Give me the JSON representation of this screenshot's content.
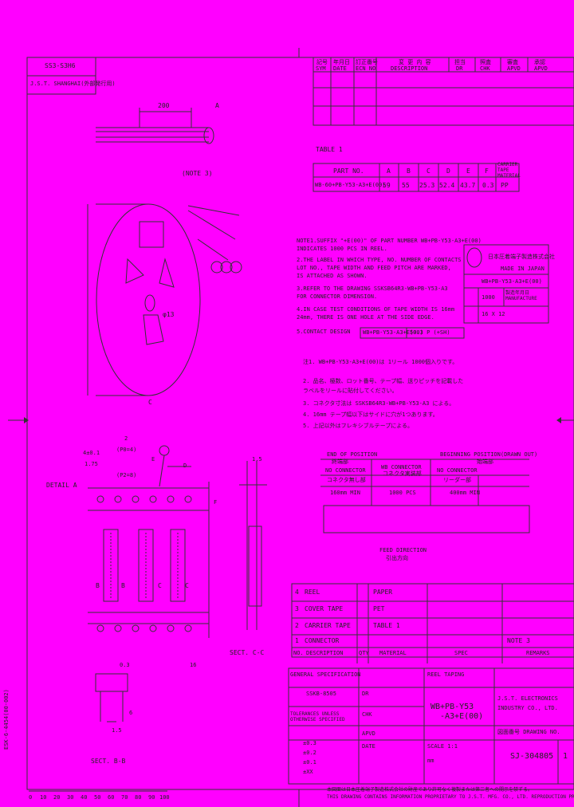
{
  "corner": {
    "stamp": "SS3-S3H6",
    "jp_line": "J.S.T. SHANGHAI(外部発行用)"
  },
  "revision": {
    "headers": [
      "記号",
      "年月日",
      "訂正番号",
      "変 更 内 容",
      "担当",
      "照査",
      "審査",
      "承認"
    ],
    "headers_en": [
      "SYM",
      "DATE",
      "ECN NO",
      "DESCRIPTION",
      "DR",
      "CHK",
      "APVD",
      "APVD"
    ]
  },
  "top_view": {
    "dim_200": "200",
    "label_a": "A"
  },
  "reel": {
    "note_label": "(NOTE 3)",
    "dia_13": "φ13",
    "dim_c": "C"
  },
  "table1": {
    "caption": "TABLE 1",
    "headers": [
      "PART NO.",
      "A",
      "B",
      "C",
      "D",
      "E",
      "F",
      "CARRIER TAPE MATERIAL"
    ],
    "row": [
      "WB-60+PB-Y53-A3+E(00)",
      "59",
      "55",
      "25.3",
      "52.4",
      "43.7",
      "0.3",
      "PP"
    ]
  },
  "notes_en": [
    "NOTE1.SUFFIX \"+E(00)\" OF PART NUMBER WB+PB-Y53-A3+E(00)",
    "      INDICATES 1000 PCS IN REEL.",
    "   2.THE LABEL IN WHICH TYPE, NO. NUMBER OF CONTACTS",
    "      LOT NO., TAPE WIDTH AND FEED PITCH ARE MARKED,",
    "      IS ATTACHED AS SHOWN.",
    "   3.REFER TO THE DRAWING SSKSB64R3-WB+PB-Y53-A3",
    "      FOR CONNECTOR DIMENSION.",
    "   4.IN CASE TEST CONDITIONS OF TAPE WIDTH IS 16mm",
    "      24mm, THERE IS ONE HOLE AT THE SIDE EDGE.",
    "   5.CONTACT DESIGN"
  ],
  "contact_design": [
    "WB+PB-Y53-A3+E(00)",
    "50.3 P (+SH)"
  ],
  "notes_jp": [
    "注1. WB+PB-Y53-A3+E(00)は 1リール 1000個入りです。",
    "  2. 品名、極数、ロット番号、テープ幅、送りピッチを記載した",
    "     ラベルをリールに貼付してください。",
    "  3. コネクタ寸法は SSKSB64R3-WB+PB-Y53-A3 による。",
    "  4. 16mm テープ幅以下はサイドに穴が1つあります。",
    "  5. 上記以外はフレキシブルテープによる。"
  ],
  "label_box": {
    "company": "日本圧着端子製造株式会社",
    "made_in": "MADE IN JAPAN",
    "row1": "WB+PB-Y53-A3+E(00)",
    "row2_left": "1000",
    "row2_right": "製造年月日 MANUFACTURE",
    "row3": "16 X 12"
  },
  "detail": {
    "dim_43": "4±0.1",
    "dim_2": "2",
    "p0": "(P0=4)",
    "pitch": "(P2=8)",
    "label_e": "E",
    "label_d": "D",
    "label_f": "F",
    "detail_a": "DETAIL A",
    "label_b": "B",
    "label_c": "C",
    "dim_1_5": "1.5",
    "dim_1_75": "1.75",
    "sect_cc": "SECT. C-C",
    "sect_bb": "SECT. B-B",
    "dim_0_3": "0.3",
    "dim_16": "16",
    "dim_16b": "1.5",
    "dim_6": "6"
  },
  "tape_direction": {
    "start_en": "END OF POSITION",
    "start_jp": "終端部",
    "begin_en": "BEGINNING POSITION(DRAWN OUT)",
    "begin_jp": "始端部",
    "no_conn_left": "NO CONNECTOR",
    "no_conn_left_jp": "コネクタ無し部",
    "wb_conn": "WB CONNECTOR",
    "wb_conn_jp": "コネクタ実装部",
    "no_conn_right": "NO CONNECTOR",
    "no_conn_right_jp": "リーダー部",
    "len_left": "160mm MIN",
    "len_mid": "1000 PCS",
    "len_right": "400mm MIN",
    "feed_en": "FEED DIRECTION",
    "feed_jp": "引出方向"
  },
  "bom": [
    {
      "no": "4",
      "desc": "REEL",
      "mat": "PAPER"
    },
    {
      "no": "3",
      "desc": "COVER TAPE",
      "mat": "PET"
    },
    {
      "no": "2",
      "desc": "CARRIER TAPE",
      "mat": "TABLE 1"
    },
    {
      "no": "1",
      "desc": "CONNECTOR",
      "mat": "NOTE 3"
    }
  ],
  "bom_headers": {
    "no": "NO.",
    "desc": "DESCRIPTION",
    "qty": "QTY",
    "mat": "MATERIAL",
    "spec": "SPEC",
    "rem": "REMARKS"
  },
  "title_block": {
    "general_spec": "GENERAL SPECIFICATION",
    "spec_no": "SSKB-8505",
    "tolerance": "TOLERANCES UNLESS OTHERWISE SPECIFIED",
    "tol_rows": [
      "±0.3",
      "±0.2",
      "±0.1",
      "±XX"
    ],
    "drawing_title": "WB+PB-Y53",
    "drawing_title2": "-A3+E(00)",
    "product_name": "REEL TAPING",
    "company": "J.S.T. ELECTRONICS",
    "company2": "INDUSTRY CO., LTD.",
    "drawing_no_label": "図面番号 DRAWING NO.",
    "drawing_no": "SJ-304805",
    "sheet": "1",
    "scale": "SCALE 1:1",
    "units": "mm",
    "dr": "DR",
    "chk": "CHK",
    "apvd": "APVD",
    "date": "DATE"
  },
  "footer": {
    "jp_line": "本図面は日本圧着端子製造株式会社の財産であり許可なく複製または第三者への開示を禁ずる。",
    "en_line": "THIS DRAWING CONTAINS INFORMATION PROPRIETARY TO J.S.T. MFG. CO., LTD. REPRODUCTION PROHIBITED.",
    "side_note": "ESK-6-4454(00-002)"
  },
  "ruler": {
    "ticks": [
      "0",
      "10",
      "20",
      "30",
      "40",
      "50",
      "60",
      "70",
      "80",
      "90",
      "100"
    ]
  }
}
